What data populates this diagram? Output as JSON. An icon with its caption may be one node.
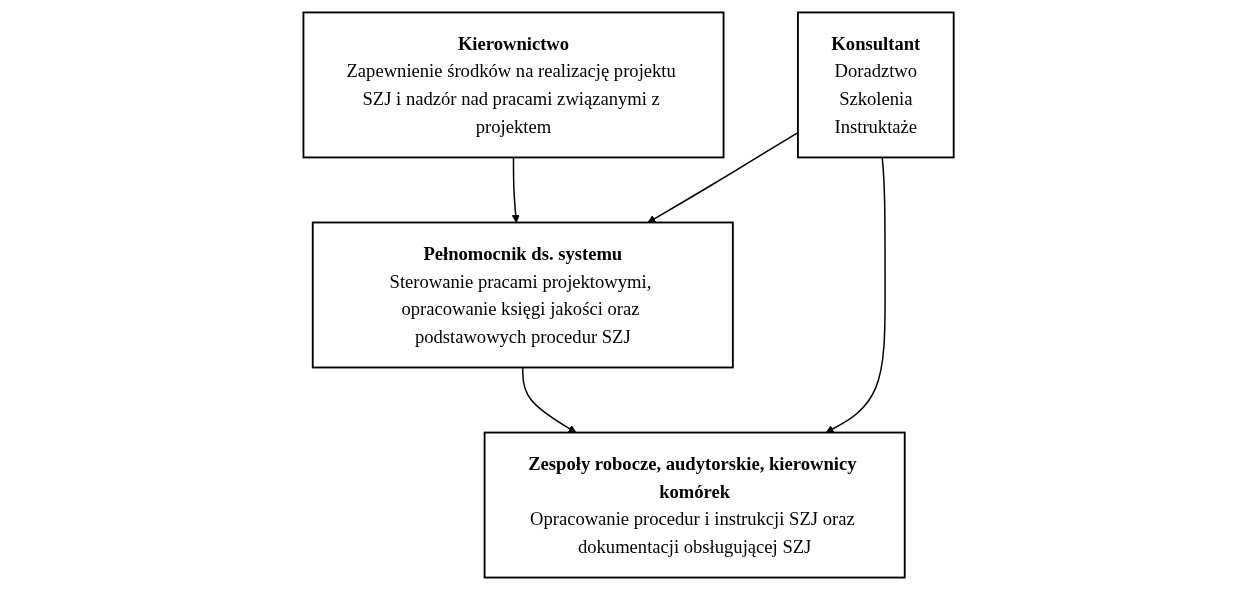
{
  "diagram": {
    "nodes": [
      {
        "text": [
          "Kierownictwo",
          "Zapewnienie środków na realizację projektu SZJ i nadzór nad pracami związanymi z projektem"
        ]
      },
      {
        "text": [
          "Konsultant",
          "Doradztwo",
          "Szkolenia",
          "Instruktaże"
        ]
      },
      {
        "text": [
          "Pełnomocnik ds. systemu",
          "Sterowanie pracami projektowymi, opracowanie księgi jakości oraz podstawowych procedur SZJ"
        ]
      },
      {
        "text": [
          "Zespoły robocze, audytorskie, kierownicy komórek",
          "Opracowanie procedur i instrukcji SZJ oraz dokumentacji obsługującej SZJ"
        ]
      }
    ],
    "edges": [
      {
        "from": 0,
        "to": 2,
        "arrow": "to"
      },
      {
        "from": 1,
        "to": 2,
        "arrow": "to"
      },
      {
        "from": 1,
        "to": 3,
        "arrow": "to"
      },
      {
        "from": 2,
        "to": 3,
        "arrow": "to"
      }
    ]
  }
}
